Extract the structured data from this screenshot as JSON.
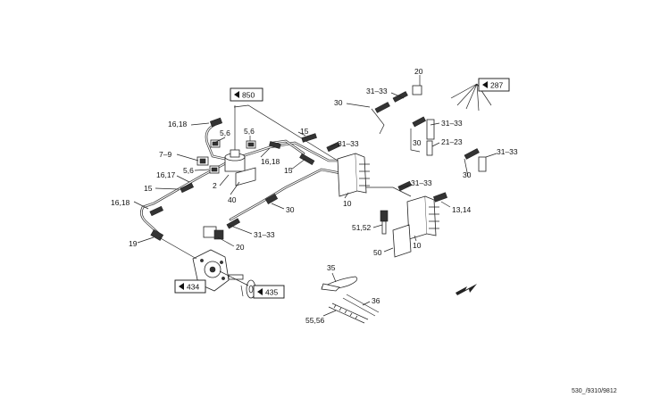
{
  "labels": {
    "l20a": "20",
    "l31a": "31–33",
    "l30a": "30",
    "l31b": "31–33",
    "l30b": "30",
    "l21": "21–23",
    "l31c": "31–33",
    "l30c": "30",
    "l16a": "16,18",
    "l56a": "5,6",
    "l56b": "5,6",
    "l15a": "15",
    "l31d": "31–33",
    "l79": "7–9",
    "l1618b": "16,18",
    "l15b": "15",
    "l56c": "5,6",
    "l1617": "16,17",
    "l2": "2",
    "l15c": "15",
    "l40": "40",
    "l10a": "10",
    "l31e": "31–33",
    "l1314": "13,14",
    "l1618c": "16,18",
    "l30d": "30",
    "l5152": "51,52",
    "l10b": "10",
    "l50": "50",
    "l19": "19",
    "l20b": "20",
    "l31f": "31–33",
    "l35": "35",
    "l36": "36",
    "l5556": "55,56"
  },
  "refs": {
    "r850": "850",
    "r287": "287",
    "r434": "434",
    "r435": "435"
  },
  "footer": {
    "code": "530_/9310/9812"
  }
}
